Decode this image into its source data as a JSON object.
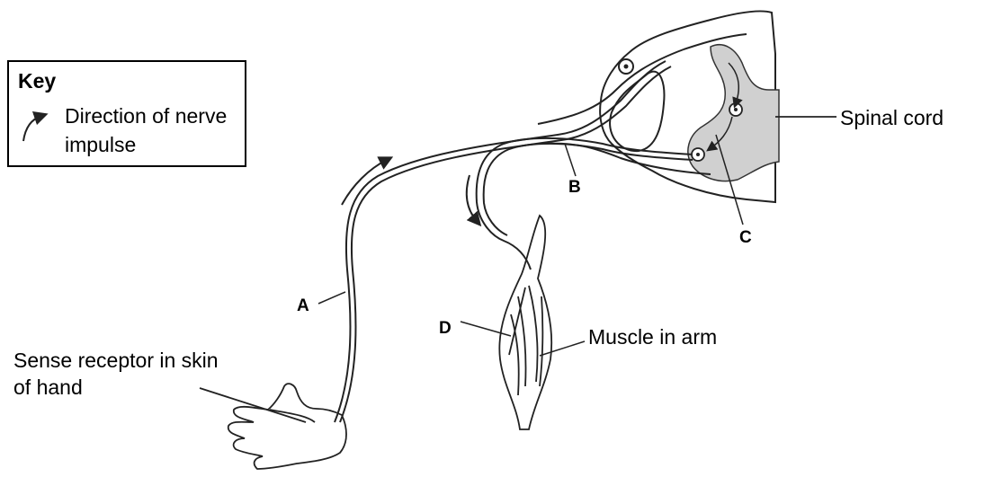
{
  "key": {
    "title": "Key",
    "description": "Direction of nerve impulse"
  },
  "labels": {
    "spinal_cord": "Spinal cord",
    "muscle": "Muscle in arm",
    "sense_receptor": "Sense receptor in skin of hand"
  },
  "letters": {
    "a": "A",
    "b": "B",
    "c": "C",
    "d": "D"
  },
  "colors": {
    "grey_matter": "#d0d0d0",
    "line": "#222222"
  }
}
